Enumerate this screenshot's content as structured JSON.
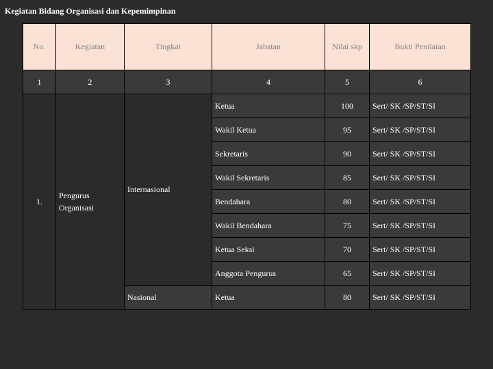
{
  "page_title": "Kegiatan Bidang Organisasi dan Kepemimpinan",
  "table": {
    "headers": [
      "No.",
      "Kegiatan",
      "Tingkat",
      "Jabatan",
      "Nilai skp",
      "Bukti Penilaian"
    ],
    "column_numbers": [
      "1",
      "2",
      "3",
      "4",
      "5",
      "6"
    ],
    "group": {
      "no": "1.",
      "kegiatan_line1": "Pengurus",
      "kegiatan_line2": "Organisasi"
    },
    "tingkat": [
      "Internasional",
      "Nasional"
    ],
    "rows": [
      {
        "jabatan": "Ketua",
        "nilai": "100",
        "bukti": "Sert/ SK /SP/ST/SI"
      },
      {
        "jabatan": "Wakil Ketua",
        "nilai": "95",
        "bukti": "Sert/ SK /SP/ST/SI"
      },
      {
        "jabatan": "Sekretaris",
        "nilai": "90",
        "bukti": "Sert/ SK /SP/ST/SI"
      },
      {
        "jabatan": "Wakil Sekretaris",
        "nilai": "85",
        "bukti": "Sert/ SK /SP/ST/SI"
      },
      {
        "jabatan": "Bendahara",
        "nilai": "80",
        "bukti": "Sert/ SK /SP/ST/SI"
      },
      {
        "jabatan": "Wakil Bendahara",
        "nilai": "75",
        "bukti": "Sert/ SK /SP/ST/SI"
      },
      {
        "jabatan": "Ketua Seksi",
        "nilai": "70",
        "bukti": "Sert/ SK /SP/ST/SI"
      },
      {
        "jabatan": "Anggota Pengurus",
        "nilai": "65",
        "bukti": "Sert/ SK /SP/ST/SI"
      },
      {
        "jabatan": "Ketua",
        "nilai": "80",
        "bukti": "Sert/ SK /SP/ST/SI"
      }
    ]
  },
  "colors": {
    "background": "#2b2b2b",
    "header_fill": "#fbe2d5",
    "header_text": "#7f7f7f",
    "cell_fill": "#3a3a3a",
    "text": "#ffffff"
  }
}
